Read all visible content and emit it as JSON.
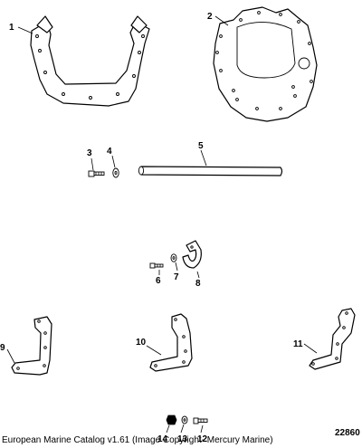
{
  "callouts": {
    "c1": "1",
    "c2": "2",
    "c3": "3",
    "c4": "4",
    "c5": "5",
    "c6": "6",
    "c7": "7",
    "c8": "8",
    "c9": "9",
    "c10": "10",
    "c11": "11",
    "c12": "12",
    "c13": "13",
    "c14": "14"
  },
  "figure_number": "22860",
  "caption": "European Marine Catalog v1.61 (Image Copyright- Mercury Marine)"
}
